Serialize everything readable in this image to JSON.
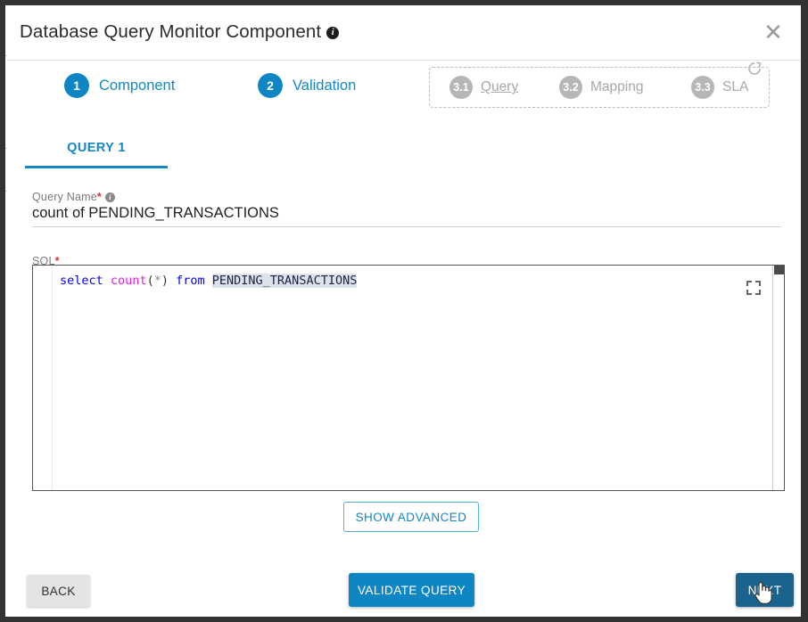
{
  "dialog": {
    "title": "Database Query Monitor Component",
    "title_info_icon": "info-icon",
    "close_icon": "✕"
  },
  "stepper": {
    "steps": [
      {
        "num": "1",
        "label": "Component",
        "state": "active"
      },
      {
        "num": "2",
        "label": "Validation",
        "state": "active"
      }
    ],
    "substeps": [
      {
        "num": "3.1",
        "label": "Query",
        "state": "current"
      },
      {
        "num": "3.2",
        "label": "Mapping",
        "state": "disabled"
      },
      {
        "num": "3.3",
        "label": "SLA",
        "state": "disabled"
      }
    ],
    "refresh_icon": "refresh-icon"
  },
  "tabs": [
    {
      "label": "QUERY 1",
      "selected": true
    }
  ],
  "form": {
    "query_name": {
      "label": "Query Name",
      "required_marker": "*",
      "value": "count of PENDING_TRANSACTIONS",
      "placeholder": "Query Name"
    },
    "sql": {
      "label": "SQL",
      "required_marker": "*",
      "text": "select count(*) from PENDING_TRANSACTIONS",
      "tokens": {
        "kw_select": "select",
        "fn_count": "count",
        "paren_open": "(",
        "star": "*",
        "paren_close": ")",
        "kw_from": "from",
        "table": "PENDING_TRANSACTIONS"
      },
      "expand_icon": "fullscreen-icon"
    }
  },
  "buttons": {
    "show_advanced": "SHOW ADVANCED",
    "back": "BACK",
    "validate_query": "VALIDATE QUERY",
    "next": "NEXT"
  },
  "colors": {
    "accent_blue": "#0f86c4",
    "link_blue": "#1387c2",
    "next_hover_blue": "#19638c",
    "disabled_gray": "#b6b6b6",
    "required_red": "#e03030",
    "backdrop": "#333333",
    "sql_keyword": "#0000ee",
    "sql_function": "#e21ee2",
    "sql_table_highlight": "#dde3ec"
  }
}
